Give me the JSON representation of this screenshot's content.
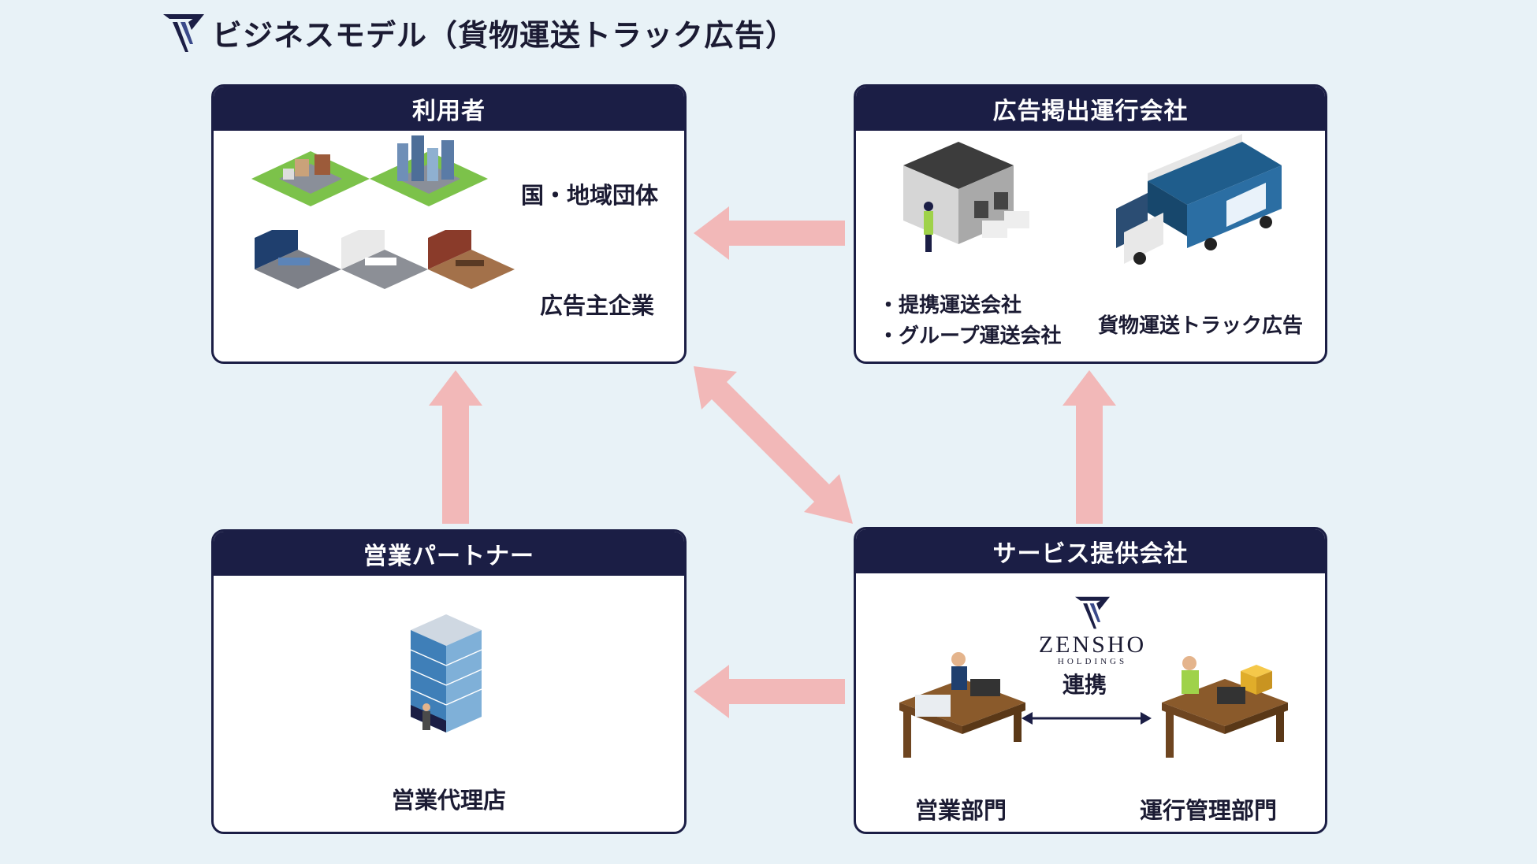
{
  "header": {
    "title": "ビジネスモデル（貨物運送トラック広告）",
    "logo_icon": "zensho-v-logo-icon"
  },
  "colors": {
    "navy": "#1b1e45",
    "arrow": "#f2b8b8",
    "background": "#e8f2f7"
  },
  "cards": {
    "users": {
      "title": "利用者",
      "items": [
        {
          "label": "国・地域団体",
          "icon": "isometric-city-icon"
        },
        {
          "label": "広告主企業",
          "icon": "isometric-office-rooms-icon"
        }
      ]
    },
    "ad_operator": {
      "title": "広告掲出運行会社",
      "items": [
        {
          "label": "・提携運送会社",
          "icon": "warehouse-trucks-icon"
        },
        {
          "label": "・グループ運送会社",
          "icon": ""
        },
        {
          "label": "貨物運送トラック広告",
          "icon": "ad-truck-icon"
        }
      ]
    },
    "sales_partner": {
      "title": "営業パートナー",
      "items": [
        {
          "label": "営業代理店",
          "icon": "office-building-icon"
        }
      ]
    },
    "service_provider": {
      "title": "サービス提供会社",
      "logo_main": "ZENSHO",
      "logo_sub": "HOLDINGS",
      "link_label": "連携",
      "departments": [
        {
          "label": "営業部門",
          "icon": "sales-desk-worker-icon"
        },
        {
          "label": "運行管理部門",
          "icon": "operations-desk-worker-icon"
        }
      ]
    }
  }
}
